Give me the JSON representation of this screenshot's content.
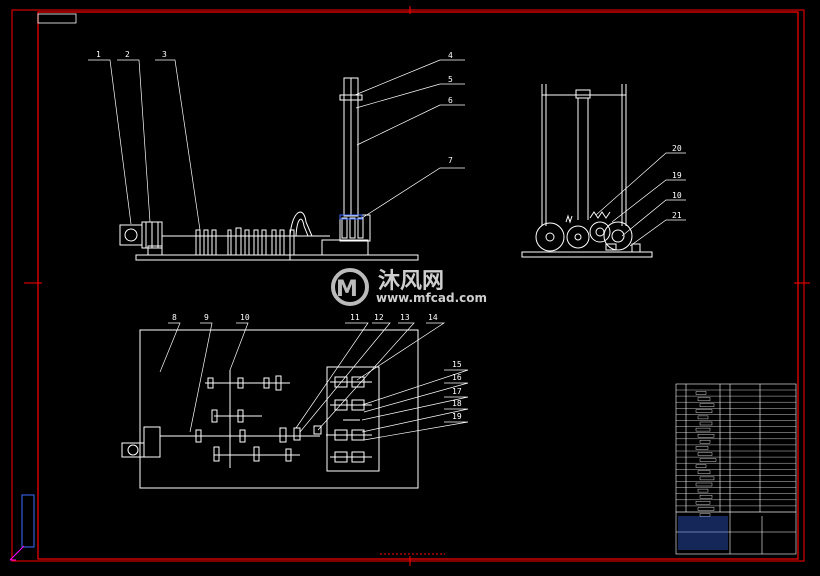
{
  "watermark": {
    "chinese": "沐风网",
    "url": "www.mfcad.com"
  },
  "part_labels": [
    "1",
    "2",
    "3",
    "4",
    "5",
    "6",
    "7",
    "8",
    "9",
    "10",
    "11",
    "12",
    "13",
    "14",
    "15",
    "16",
    "17",
    "18",
    "19",
    "20",
    "19",
    "10",
    "21"
  ],
  "colors": {
    "background": "#000000",
    "frame": "#ff0000",
    "lines": "#ffffff",
    "blue": "#3b6cff",
    "magenta": "#ff00ff"
  }
}
